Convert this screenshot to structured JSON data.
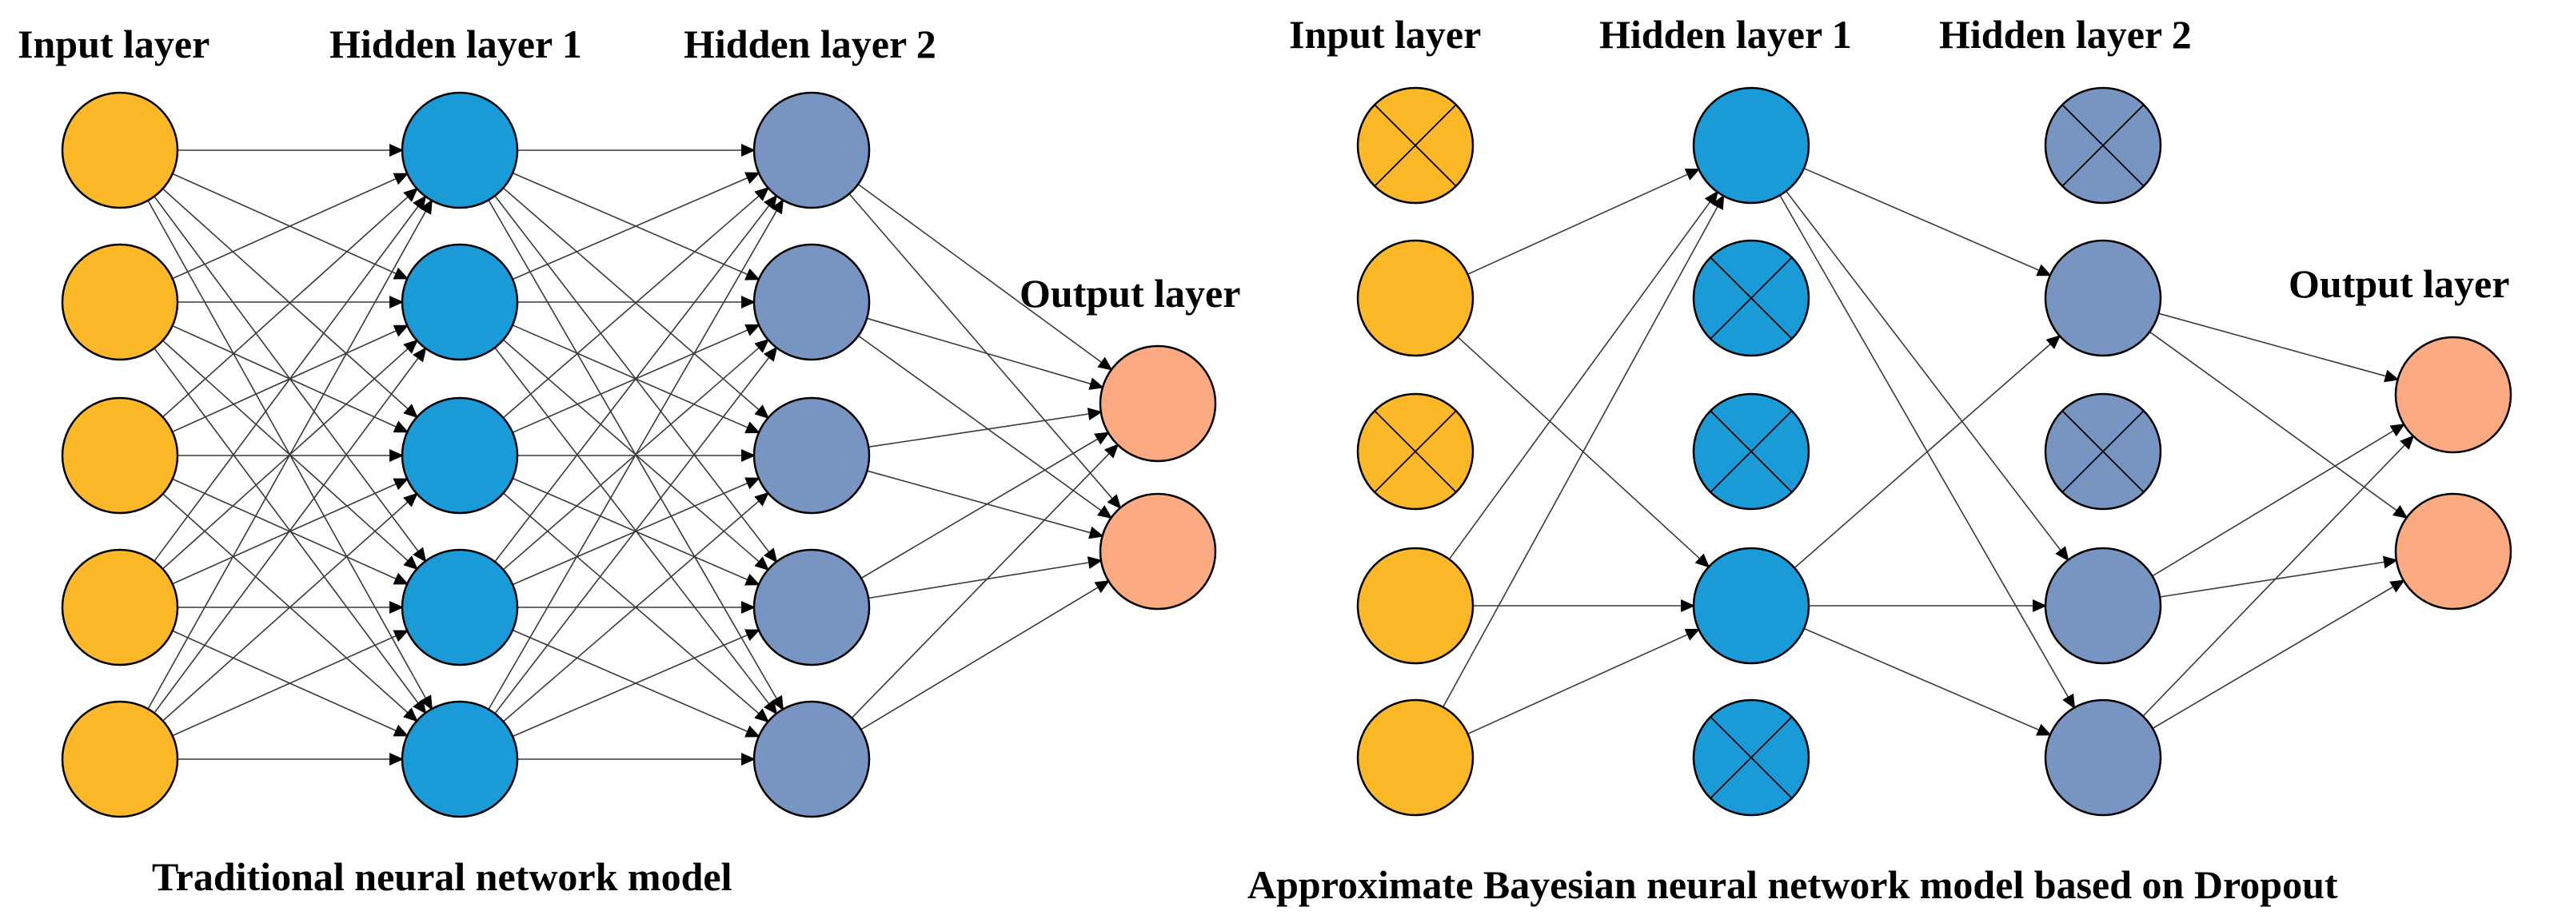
{
  "colors": {
    "input": "#FDB827",
    "hidden1": "#1A9AD7",
    "hidden2": "#7895C1",
    "output": "#FBAA82",
    "stroke": "#000000",
    "edge": "#3a3a3a"
  },
  "left_model": {
    "caption": "Traditional neural network model",
    "labels": {
      "input": "Input layer",
      "hidden1": "Hidden layer 1",
      "hidden2": "Hidden layer 2",
      "output": "Output layer"
    },
    "layers": {
      "input_count": 5,
      "hidden1_count": 5,
      "hidden2_count": 5,
      "output_count": 2
    },
    "dropped": {
      "input": [],
      "hidden1": [],
      "hidden2": []
    }
  },
  "right_model": {
    "caption": "Approximate Bayesian neural network model based on Dropout",
    "labels": {
      "input": "Input layer",
      "hidden1": "Hidden layer 1",
      "hidden2": "Hidden layer 2",
      "output": "Output layer"
    },
    "layers": {
      "input_count": 5,
      "hidden1_count": 5,
      "hidden2_count": 5,
      "output_count": 2
    },
    "dropped": {
      "input": [
        0,
        2
      ],
      "hidden1": [
        1,
        2,
        4
      ],
      "hidden2": [
        0,
        2
      ]
    }
  }
}
